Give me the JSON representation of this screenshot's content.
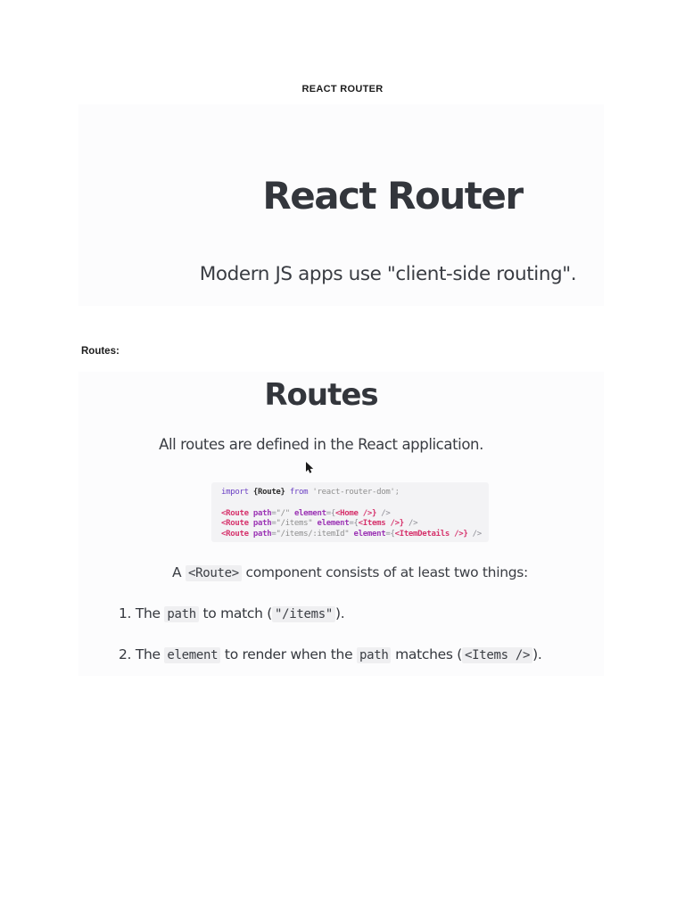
{
  "doc": {
    "header": "REACT ROUTER",
    "routes_label": "Routes:"
  },
  "colors": {
    "page_background": "#ffffff",
    "slide_background": "#fcfcfd",
    "heading_text": "#33363c",
    "body_text": "#3a3d43",
    "code_block_background": "#f3f3f5",
    "code_keyword": "#6b40c4",
    "code_tag": "#d6336c",
    "code_attribute": "#9c36b5",
    "code_string": "#8e8e8e",
    "inline_code_background": "#efeff1"
  },
  "slide1": {
    "title": "React Router",
    "subtitle": "Modern JS apps use \"client-side routing\"."
  },
  "slide2": {
    "title": "Routes",
    "subtitle": "All routes are defined in the React application.",
    "cursor_icon": "mouse-pointer-icon",
    "code_block": {
      "lines": [
        [
          {
            "t": "import",
            "c": "kw"
          },
          {
            "t": " ",
            "c": "pln"
          },
          {
            "t": "{Route}",
            "c": "id"
          },
          {
            "t": " ",
            "c": "pln"
          },
          {
            "t": "from",
            "c": "kw"
          },
          {
            "t": " ",
            "c": "pln"
          },
          {
            "t": "'react-router-dom'",
            "c": "str"
          },
          {
            "t": ";",
            "c": "pln"
          }
        ],
        [],
        [
          {
            "t": "<Route",
            "c": "tag"
          },
          {
            "t": " ",
            "c": "pln"
          },
          {
            "t": "path",
            "c": "attr"
          },
          {
            "t": "=",
            "c": "pun"
          },
          {
            "t": "\"/\"",
            "c": "str"
          },
          {
            "t": " ",
            "c": "pln"
          },
          {
            "t": "element",
            "c": "attr"
          },
          {
            "t": "=",
            "c": "pun"
          },
          {
            "t": "{",
            "c": "pun"
          },
          {
            "t": "<Home />",
            "c": "tag"
          },
          {
            "t": "}",
            "c": "tag"
          },
          {
            "t": " ",
            "c": "pln"
          },
          {
            "t": "/>",
            "c": "pun"
          }
        ],
        [
          {
            "t": "<Route",
            "c": "tag"
          },
          {
            "t": " ",
            "c": "pln"
          },
          {
            "t": "path",
            "c": "attr"
          },
          {
            "t": "=",
            "c": "pun"
          },
          {
            "t": "\"/items\"",
            "c": "str"
          },
          {
            "t": " ",
            "c": "pln"
          },
          {
            "t": "element",
            "c": "attr"
          },
          {
            "t": "=",
            "c": "pun"
          },
          {
            "t": "{",
            "c": "pun"
          },
          {
            "t": "<Items />",
            "c": "tag"
          },
          {
            "t": "}",
            "c": "tag"
          },
          {
            "t": " ",
            "c": "pln"
          },
          {
            "t": "/>",
            "c": "pun"
          }
        ],
        [
          {
            "t": "<Route",
            "c": "tag"
          },
          {
            "t": " ",
            "c": "pln"
          },
          {
            "t": "path",
            "c": "attr"
          },
          {
            "t": "=",
            "c": "pun"
          },
          {
            "t": "\"/items/:itemId\"",
            "c": "str"
          },
          {
            "t": " ",
            "c": "pln"
          },
          {
            "t": "element",
            "c": "attr"
          },
          {
            "t": "=",
            "c": "pun"
          },
          {
            "t": "{",
            "c": "pun"
          },
          {
            "t": "<ItemDetails />",
            "c": "tag"
          },
          {
            "t": "}",
            "c": "tag"
          },
          {
            "t": " ",
            "c": "pln"
          },
          {
            "t": "/>",
            "c": "pun"
          }
        ]
      ]
    },
    "consists_line": {
      "segments": [
        {
          "t": "A "
        },
        {
          "t": "<Route>",
          "code": true
        },
        {
          "t": " component consists of at least two things:"
        }
      ]
    },
    "list": [
      {
        "marker": "1.",
        "segments": [
          {
            "t": "The "
          },
          {
            "t": "path",
            "code": true
          },
          {
            "t": " to match ("
          },
          {
            "t": "\"/items\"",
            "code": true
          },
          {
            "t": ")."
          }
        ]
      },
      {
        "marker": "2.",
        "segments": [
          {
            "t": "The "
          },
          {
            "t": "element",
            "code": true
          },
          {
            "t": " to render when the "
          },
          {
            "t": "path",
            "code": true
          },
          {
            "t": " matches ("
          },
          {
            "t": "<Items />",
            "code": true
          },
          {
            "t": ")."
          }
        ]
      }
    ]
  }
}
